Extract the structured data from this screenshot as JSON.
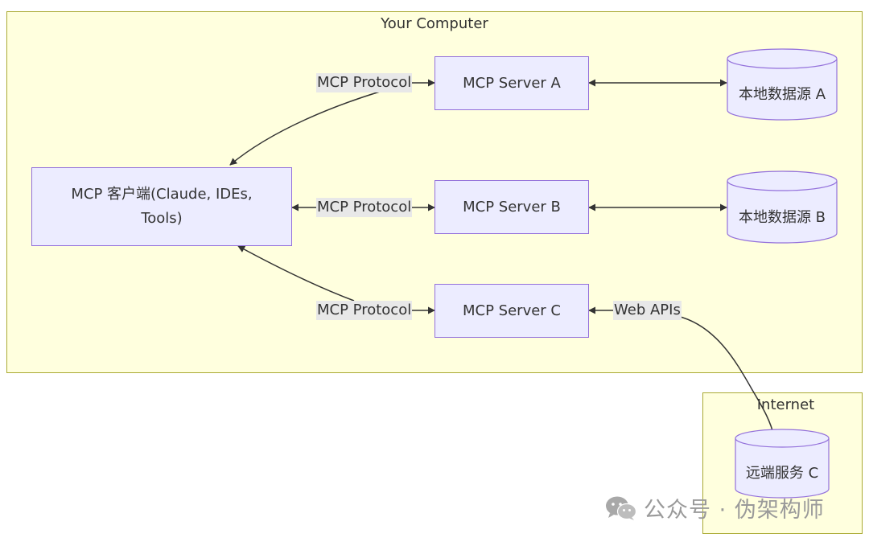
{
  "groups": {
    "your_computer": "Your Computer",
    "internet": "Internet"
  },
  "nodes": {
    "client_line1": "MCP 客户端(Claude, IDEs,",
    "client_line2": "Tools)",
    "server_a": "MCP Server A",
    "server_b": "MCP Server B",
    "server_c": "MCP Server C"
  },
  "databases": {
    "local_a": "本地数据源 A",
    "local_b": "本地数据源 B",
    "remote_c": "远端服务 C"
  },
  "edge_labels": {
    "protocol_a": "MCP Protocol",
    "protocol_b": "MCP Protocol",
    "protocol_c": "MCP Protocol",
    "web_apis": "Web APIs"
  },
  "watermark": {
    "text": "公众号 · 伪架构师",
    "icon": "wechat-icon"
  },
  "colors": {
    "group_fill": "#ffffde",
    "group_border": "#aaaa33",
    "node_fill": "#ececff",
    "node_border": "#9370db",
    "edge_label_bg": "#e8e8e8",
    "line": "#333333"
  }
}
